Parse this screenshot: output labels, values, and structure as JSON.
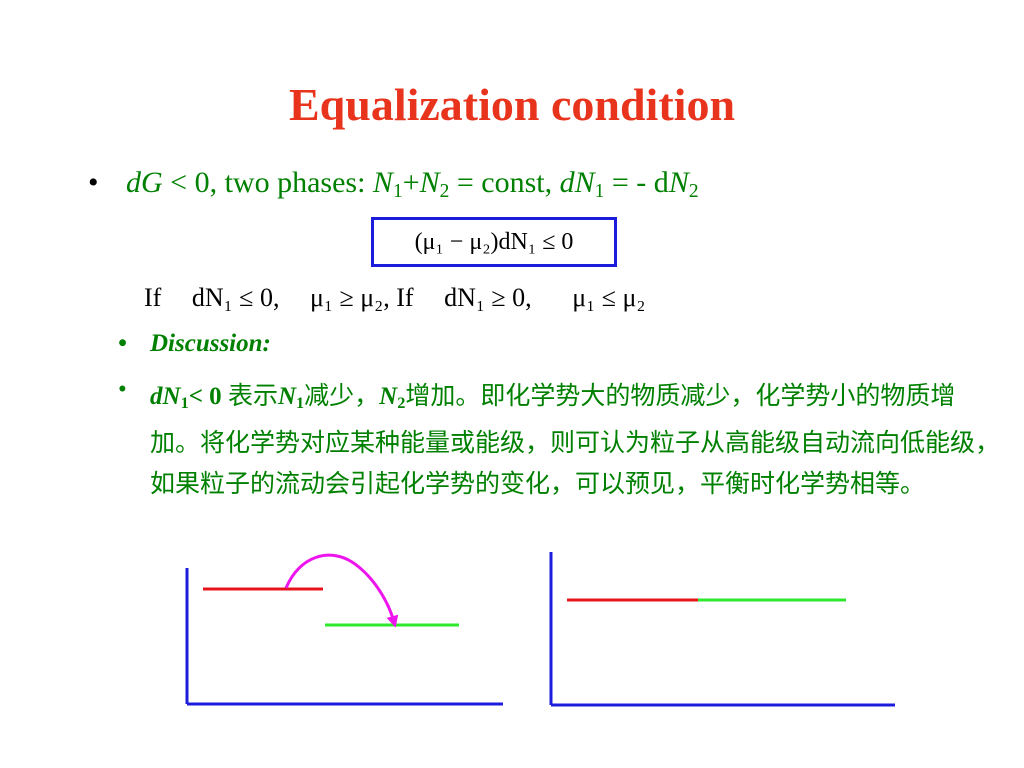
{
  "title": "Equalization condition",
  "bullet_main": {
    "symbol": "•",
    "dG": "dG",
    "lt_zero": " < 0",
    "two_phases": ", two phases: ",
    "N": "N",
    "sub1": "1",
    "sub2": "2",
    "plus": "+",
    "eq_const": " = const, ",
    "dN": "dN",
    "eq_minus_d": " = - d"
  },
  "boxed_equation": "(μ₁ − μ₂)dN₁ ≤ 0",
  "if_line": {
    "if1": "If",
    "cond1": "dN₁ ≤ 0,",
    "res1": "μ₁ ≥ μ₂",
    "if2": ", If",
    "cond2": "dN₁ ≥ 0,",
    "res2": "μ₁ ≤ μ₂"
  },
  "discussion": {
    "symbol": "•",
    "label": "Discussion:"
  },
  "paragraph": {
    "symbol": "•",
    "lead_dN": "dN",
    "lead_sub": "1",
    "lead_cond": "< 0 ",
    "text_a": "表示",
    "N": "N",
    "sub1": "1",
    "text_b": "减少，",
    "sub2": "2",
    "text_c": "增加。即化学势大的物质减少，化学势小的物质增加。将化学势对应某种能量或能级，则可认为粒子从高能级自动流向低能级，如果粒子的流动会引起化学势的变化，可以预见，平衡时化学势相等。"
  },
  "colors": {
    "title": "#e8341c",
    "green_text": "#008000",
    "axis_blue": "#1c1cdc",
    "red_level": "#e8141c",
    "green_level": "#2ee82e",
    "arrow_magenta": "#ee14ee"
  }
}
